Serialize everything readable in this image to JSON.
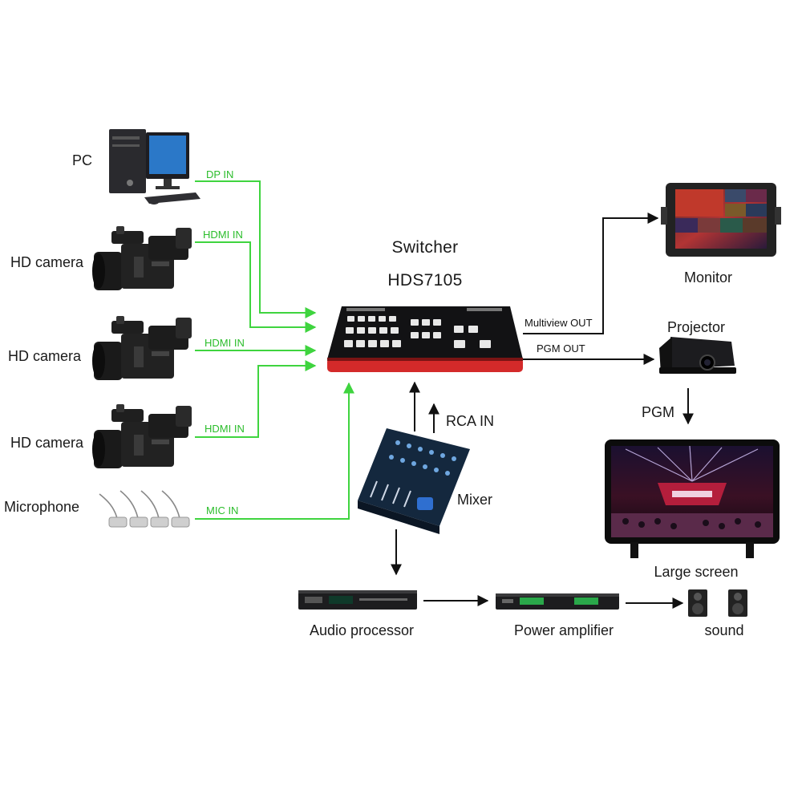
{
  "switcher": {
    "title": "Switcher",
    "model": "HDS7105"
  },
  "sources": {
    "pc": "PC",
    "camera1": "HD camera",
    "camera2": "HD camera",
    "camera3": "HD camera",
    "microphone": "Microphone"
  },
  "ports": {
    "dp_in": "DP IN",
    "hdmi_in_1": "HDMI IN",
    "hdmi_in_2": "HDMI IN",
    "hdmi_in_3": "HDMI IN",
    "mic_in": "MIC IN",
    "rca_in": "RCA IN",
    "multiview_out": "Multiview OUT",
    "pgm_out": "PGM OUT",
    "pgm": "PGM"
  },
  "outputs": {
    "monitor": "Monitor",
    "projector": "Projector",
    "large_screen": "Large screen"
  },
  "audio_chain": {
    "mixer": "Mixer",
    "audio_processor": "Audio processor",
    "power_amplifier": "Power amplifier",
    "sound": "sound"
  },
  "colors": {
    "input_line": "#3fd43f",
    "output_line": "#111111",
    "switcher_accent": "#d42a2a"
  }
}
